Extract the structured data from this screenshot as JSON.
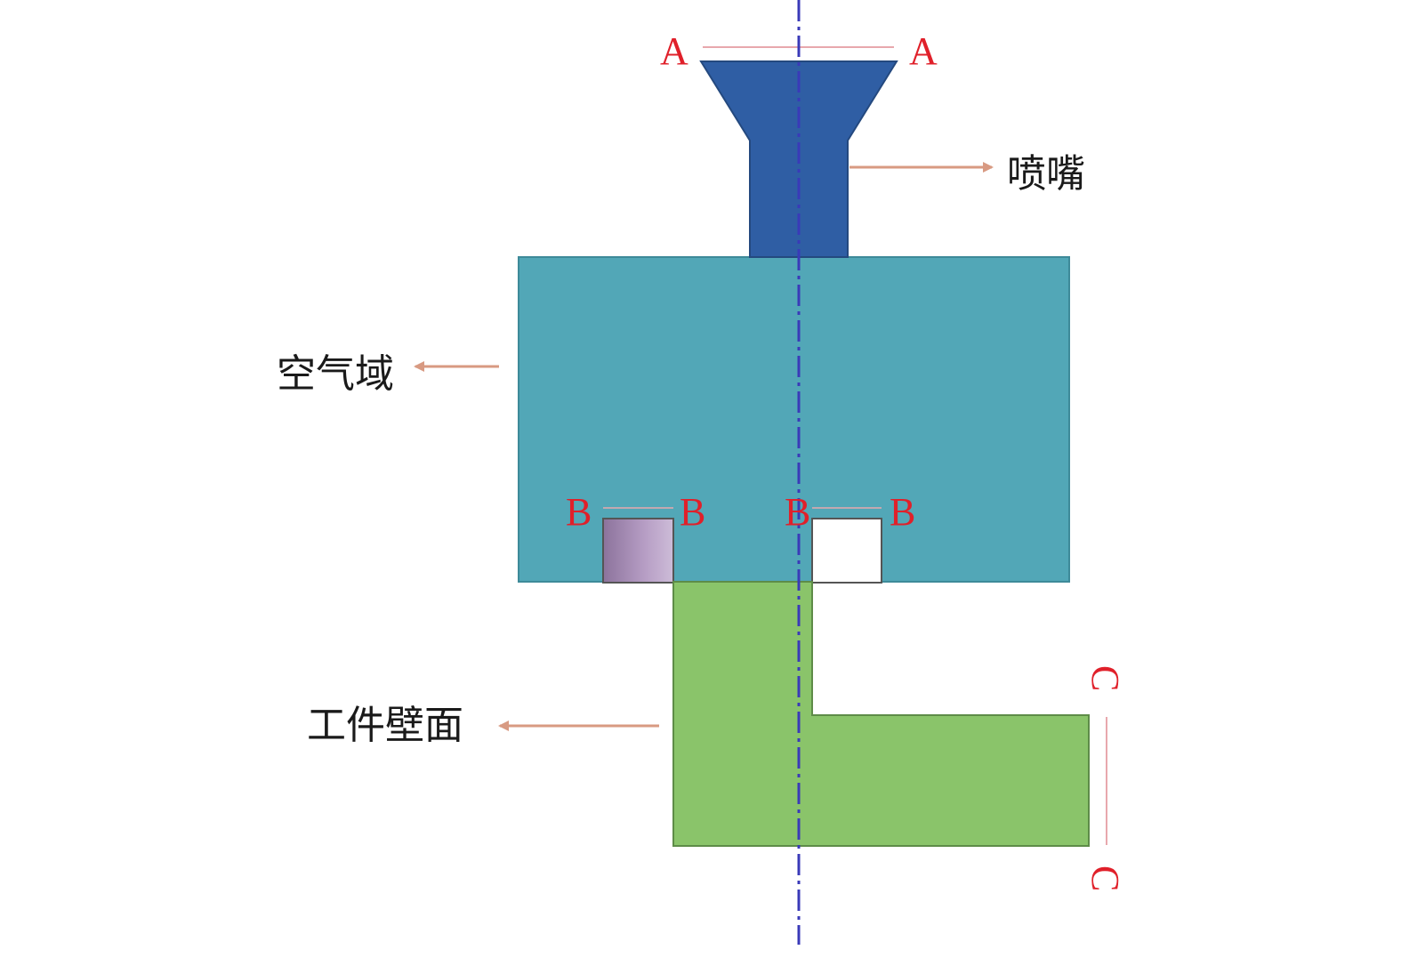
{
  "labels": {
    "nozzle": "喷嘴",
    "air_domain": "空气域",
    "workpiece_wall": "工件壁面"
  },
  "section_marks": {
    "a_left": "A",
    "a_right": "A",
    "b1": "B",
    "b2": "B",
    "b3": "B",
    "b4": "B",
    "c_top": "C",
    "c_bottom": "C"
  },
  "colors": {
    "nozzle": "#2f5ea4",
    "air_domain": "#52a7b7",
    "workpiece": "#8ac46a",
    "slot_left": "#a88eb8",
    "slot_right": "#ffffff",
    "centerline": "#3a3ab8",
    "section_text": "#e0202a",
    "section_line": "#e8a8ad",
    "arrow": "#d89a82"
  }
}
